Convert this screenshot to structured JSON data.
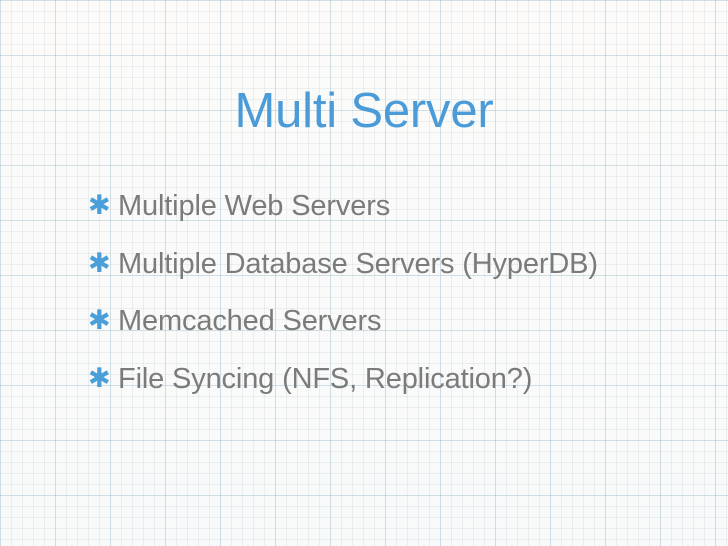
{
  "slide": {
    "title": "Multi Server",
    "title_color": "#4a9bd8",
    "background_color": "#f8f9f9",
    "bullet_marker_glyph": "✱",
    "bullet_marker_color": "#4a9fd8",
    "bullet_text_color": "#7b7b7b",
    "bullets": [
      {
        "text": "Multiple Web Servers"
      },
      {
        "text": "Multiple Database Servers (HyperDB)"
      },
      {
        "text": "Memcached Servers"
      },
      {
        "text": "File Syncing (NFS, Replication?)"
      }
    ]
  }
}
